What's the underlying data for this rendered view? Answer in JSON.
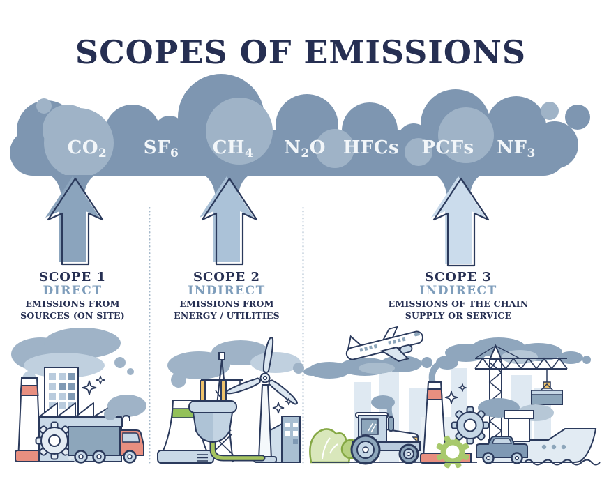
{
  "title": "SCOPES OF EMISSIONS",
  "cloud": {
    "gases": [
      {
        "pre": "CO",
        "sub": "2",
        "post": ""
      },
      {
        "pre": "SF",
        "sub": "6",
        "post": ""
      },
      {
        "pre": "CH",
        "sub": "4",
        "post": ""
      },
      {
        "pre": "N",
        "sub": "2",
        "post": "O"
      },
      {
        "pre": "HFCs",
        "sub": "",
        "post": ""
      },
      {
        "pre": "PCFs",
        "sub": "",
        "post": ""
      },
      {
        "pre": "NF",
        "sub": "3",
        "post": ""
      }
    ]
  },
  "scopes": [
    {
      "name": "SCOPE 1",
      "type": "DIRECT",
      "desc1": "EMISSIONS FROM",
      "desc2": "SOURCES (ON SITE)"
    },
    {
      "name": "SCOPE 2",
      "type": "INDIRECT",
      "desc1": "EMISSIONS FROM",
      "desc2": "ENERGY / UTILITIES"
    },
    {
      "name": "SCOPE 3",
      "type": "INDIRECT",
      "desc1": "EMISSIONS OF THE CHAIN",
      "desc2": "SUPPLY OR SERVICE"
    }
  ],
  "icons": {
    "scope1": [
      "smoke",
      "factory-building",
      "smokestack",
      "gears",
      "truck",
      "sparkles"
    ],
    "scope2": [
      "smoke",
      "power-pylon",
      "cooling-tower",
      "electric-plug",
      "wind-turbine",
      "office-building",
      "sparkles"
    ],
    "scope3": [
      "airplane",
      "contrail-smoke",
      "city-skyline",
      "smokestack",
      "tractor",
      "bushes",
      "gears",
      "construction-crane",
      "cargo-container",
      "port-building",
      "pickup-truck",
      "cargo-ship",
      "water-waves",
      "sparkles"
    ]
  },
  "colors": {
    "title_navy": "#262f52",
    "outline_navy": "#2b3a5c",
    "cloud_dark": "#7e96b1",
    "cloud_light": "#9fb3c7",
    "arrow_scope1": "#8ba4bd",
    "arrow_scope2": "#abc2d8",
    "arrow_scope3": "#cbdcec",
    "type_slate_blue": "#7e9dbb",
    "gas_text": "#f2f6f9",
    "smoke_slate": "#8fa6bd",
    "smoke_light": "#c0d0df",
    "machine_light": "#c9d9e7",
    "machine_mid": "#8da6bb",
    "skyline_pale": "#dfe9f2",
    "salmon": "#e88f80",
    "green": "#a8c96d",
    "green_dark": "#85a844",
    "yellow": "#edc26b",
    "divider_dotted": "#a4b8ca"
  }
}
